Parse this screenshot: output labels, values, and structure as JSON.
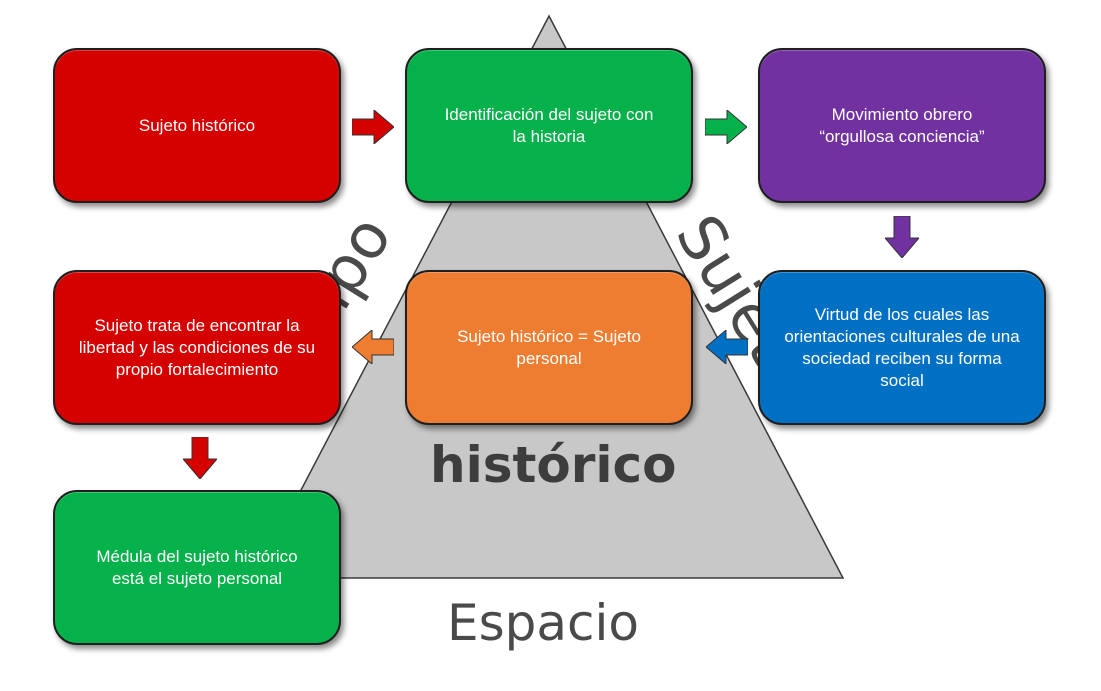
{
  "side_labels": {
    "left": "mpo",
    "right": "Sujet",
    "center": "histórico",
    "bottom": "Espacio"
  },
  "boxes": [
    {
      "text": "Sujeto histórico",
      "color": "#d50000"
    },
    {
      "text": "Identificación del sujeto con la historia",
      "color": "#05b14a"
    },
    {
      "text": "Movimiento obrero “orgullosa conciencia”",
      "color": "#7131a0"
    },
    {
      "text": "Virtud de los cuales las orientaciones culturales de una sociedad reciben su forma social",
      "color": "#0070c5"
    },
    {
      "text": "Sujeto histórico = Sujeto personal",
      "color": "#ee7d31"
    },
    {
      "text": "Sujeto trata de encontrar la libertad y las condiciones de su propio fortalecimiento",
      "color": "#d50000"
    },
    {
      "text": "Médula del sujeto histórico está el sujeto personal",
      "color": "#05b14a"
    }
  ],
  "arrows": [
    {
      "direction": "right",
      "color": "#d50000"
    },
    {
      "direction": "right",
      "color": "#05b14a"
    },
    {
      "direction": "down",
      "color": "#7131a0"
    },
    {
      "direction": "left",
      "color": "#0070c5"
    },
    {
      "direction": "left",
      "color": "#ee7d31"
    },
    {
      "direction": "down",
      "color": "#d50000"
    }
  ],
  "triangle_color": "#c8c8c8"
}
